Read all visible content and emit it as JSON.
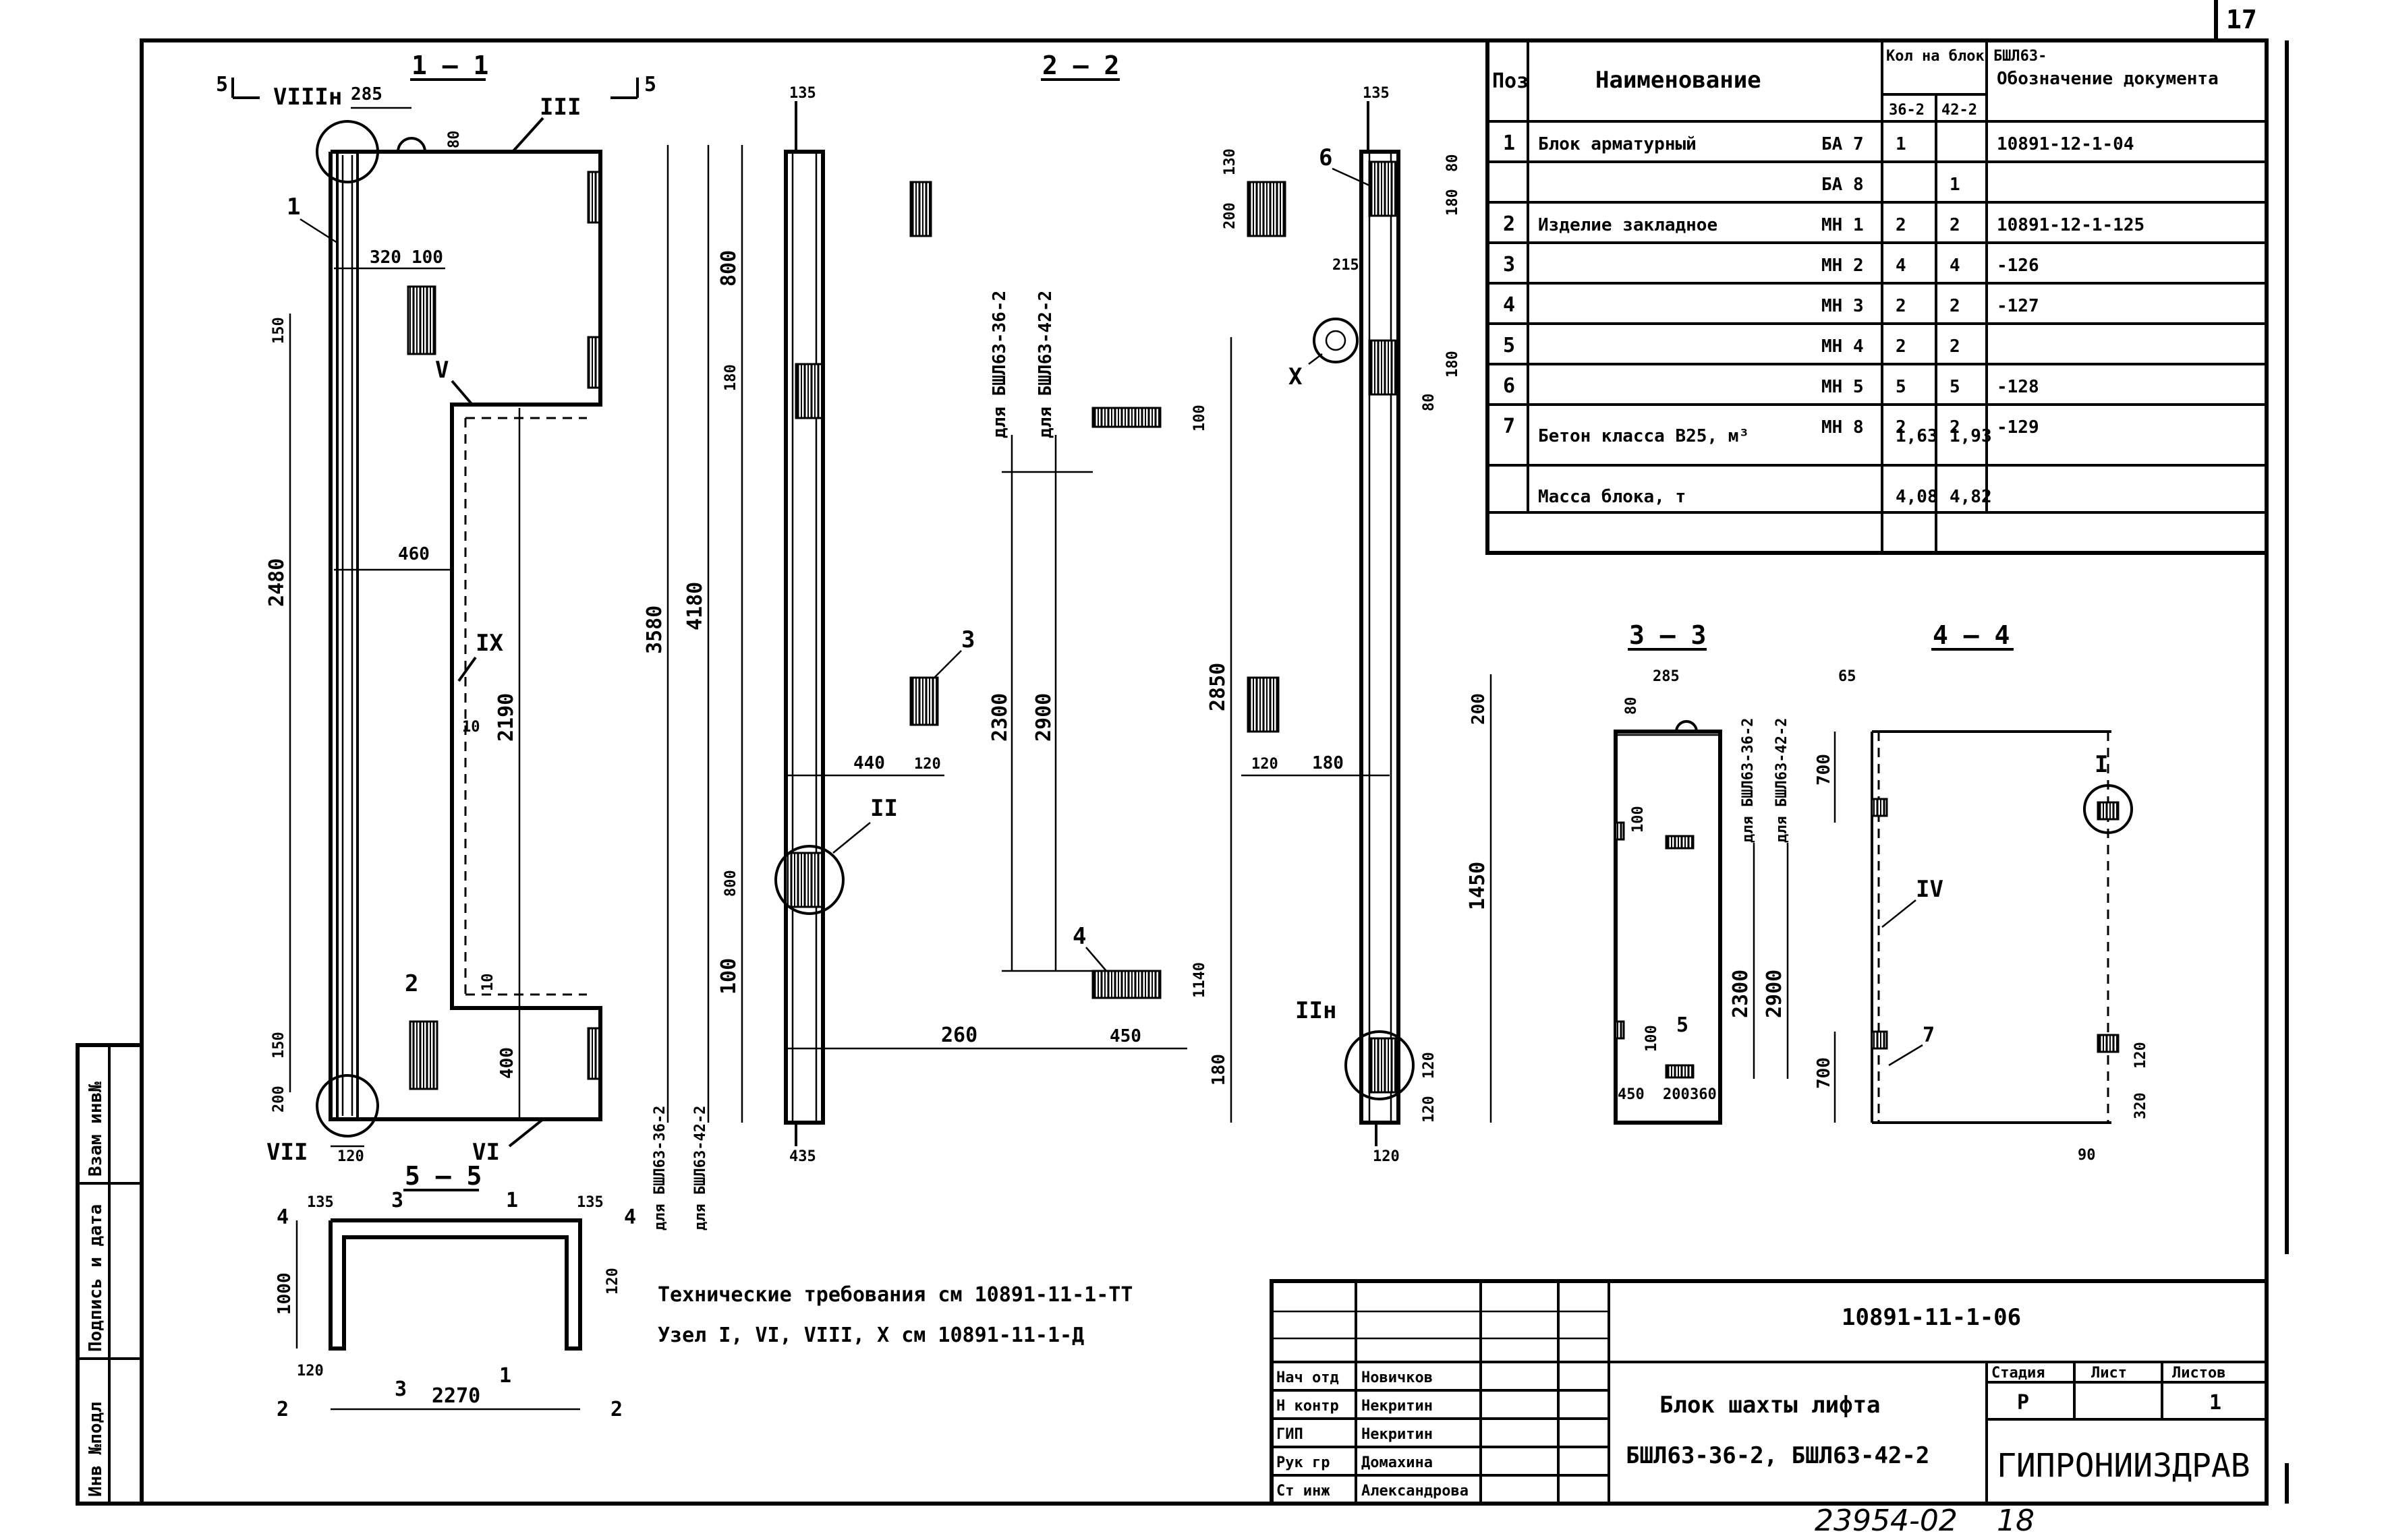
{
  "sheet": {
    "number": "17",
    "bottom_code": "23954-02",
    "bottom_page": "18"
  },
  "sections": {
    "s11": "1 — 1",
    "s22": "2 — 2",
    "s33": "3 — 3",
    "s44": "4 — 4",
    "s55": "5 — 5"
  },
  "cut_marks": [
    "5",
    "5",
    "4",
    "4",
    "2",
    "2",
    "3",
    "3",
    "1",
    "1"
  ],
  "nodes": [
    "VIII",
    "III",
    "V",
    "IX",
    "VII",
    "VI",
    "X",
    "II",
    "IIн",
    "I",
    "IV",
    "VIIIн"
  ],
  "positions": [
    "1",
    "2",
    "3",
    "4",
    "5",
    "6",
    "7"
  ],
  "variant_labels": [
    "для БШЛ63-36-2",
    "для БШЛ63-42-2"
  ],
  "dimensions_11": [
    "285",
    "80",
    "320",
    "100",
    "150",
    "2480",
    "460",
    "10",
    "2190",
    "10",
    "150",
    "400",
    "200",
    "120"
  ],
  "dimensions_22": [
    "135",
    "135",
    "130",
    "180",
    "80",
    "200",
    "800",
    "180",
    "100",
    "3580",
    "4180",
    "215",
    "180",
    "80",
    "2300",
    "2900",
    "2850",
    "200",
    "440",
    "120",
    "120",
    "435",
    "180",
    "1450",
    "800",
    "100",
    "1140",
    "260",
    "450",
    "180",
    "120",
    "120",
    "120"
  ],
  "dimensions_33": [
    "80",
    "285",
    "700",
    "100",
    "2300",
    "2900",
    "100",
    "450",
    "200",
    "360",
    "700"
  ],
  "dimensions_44": [
    "65",
    "120",
    "320",
    "90"
  ],
  "dimensions_55": [
    "135",
    "135",
    "1000",
    "120",
    "120",
    "2270"
  ],
  "spec_table": {
    "headers": {
      "pos": "Поз",
      "name": "Наименование",
      "qty": "Кол на блок БШЛ63-",
      "qty_a": "36-2",
      "qty_b": "42-2",
      "doc": "Обозначение документа"
    },
    "rows": [
      {
        "pos": "1",
        "name": "Блок арматурный",
        "mark": "БА 7",
        "a": "1",
        "b": "",
        "doc": "10891-12-1-04"
      },
      {
        "pos": "",
        "name": "",
        "mark": "БА 8",
        "a": "",
        "b": "1",
        "doc": ""
      },
      {
        "pos": "2",
        "name": "Изделие закладное",
        "mark": "МН 1",
        "a": "2",
        "b": "2",
        "doc": "10891-12-1-125"
      },
      {
        "pos": "3",
        "name": "",
        "mark": "МН 2",
        "a": "4",
        "b": "4",
        "doc": "-126"
      },
      {
        "pos": "4",
        "name": "",
        "mark": "МН 3",
        "a": "2",
        "b": "2",
        "doc": "-127"
      },
      {
        "pos": "5",
        "name": "",
        "mark": "МН 4",
        "a": "2",
        "b": "2",
        "doc": ""
      },
      {
        "pos": "6",
        "name": "",
        "mark": "МН 5",
        "a": "5",
        "b": "5",
        "doc": "-128"
      },
      {
        "pos": "7",
        "name": "",
        "mark": "МН 8",
        "a": "2",
        "b": "2",
        "doc": "-129"
      },
      {
        "pos": "",
        "name": "Бетон класса В25, м³",
        "mark": "",
        "a": "1,63",
        "b": "1,93",
        "doc": ""
      },
      {
        "pos": "",
        "name": "Масса блока, т",
        "mark": "",
        "a": "4,08",
        "b": "4,82",
        "doc": ""
      }
    ]
  },
  "notes": {
    "tech": "Технические требования см 10891-11-1-ТТ",
    "nodes": "Узел I, VI, VIII, X см 10891-11-1-Д"
  },
  "side_stamp": [
    "Инв №подл",
    "Подпись и дата",
    "Взам инв№"
  ],
  "title_block": {
    "code": "10891-11-1-06",
    "title_line1": "Блок шахты лифта",
    "title_line2": "БШЛ63-36-2, БШЛ63-42-2",
    "stage_h": "Стадия",
    "sheet_h": "Лист",
    "sheets_h": "Листов",
    "stage": "Р",
    "sheet": "",
    "sheets": "1",
    "org": "ГИПРОНИИЗДРАВ",
    "people": [
      {
        "role": "Нач отд",
        "name": "Новичков"
      },
      {
        "role": "Н контр",
        "name": "Некритин"
      },
      {
        "role": "ГИП",
        "name": "Некритин"
      },
      {
        "role": "Рук гр",
        "name": "Домахина"
      },
      {
        "role": "Ст инж",
        "name": "Александрова"
      }
    ]
  }
}
